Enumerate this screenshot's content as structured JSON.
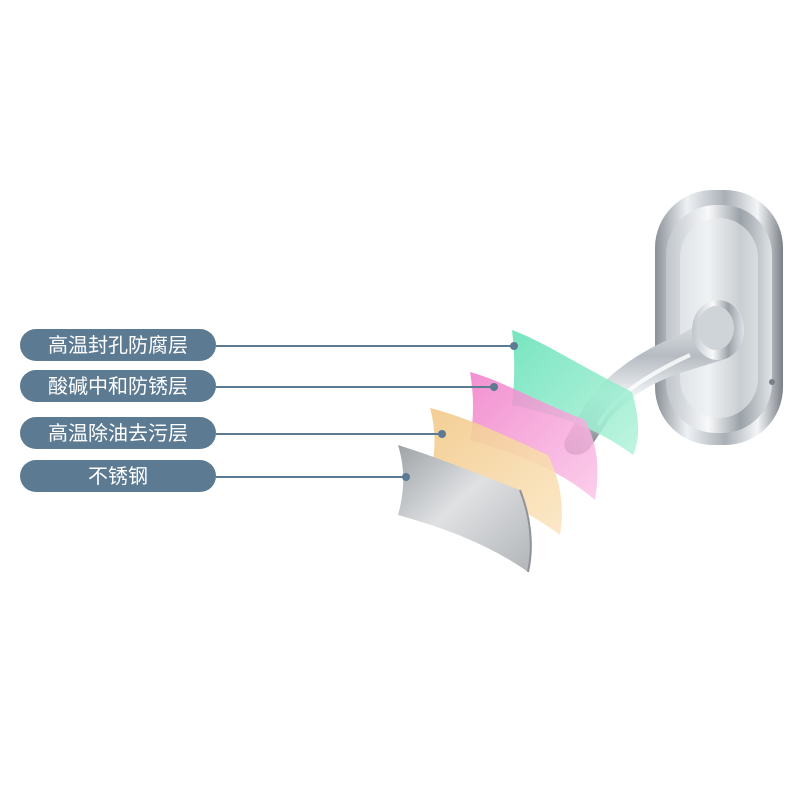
{
  "layers": [
    {
      "label": "高温封孔防腐层",
      "color": "#7ee8c4"
    },
    {
      "label": "酸碱中和防锈层",
      "color": "#f59ad6"
    },
    {
      "label": "高温除油去污层",
      "color": "#f6d59a"
    },
    {
      "label": "不锈钢",
      "color": "#c7c9cc"
    }
  ],
  "colors": {
    "pill": "#5c7a91",
    "chrome_light": "#f2f4f7",
    "chrome_dark": "#7f858c"
  },
  "icons": [
    "towel-hook-product-image"
  ]
}
